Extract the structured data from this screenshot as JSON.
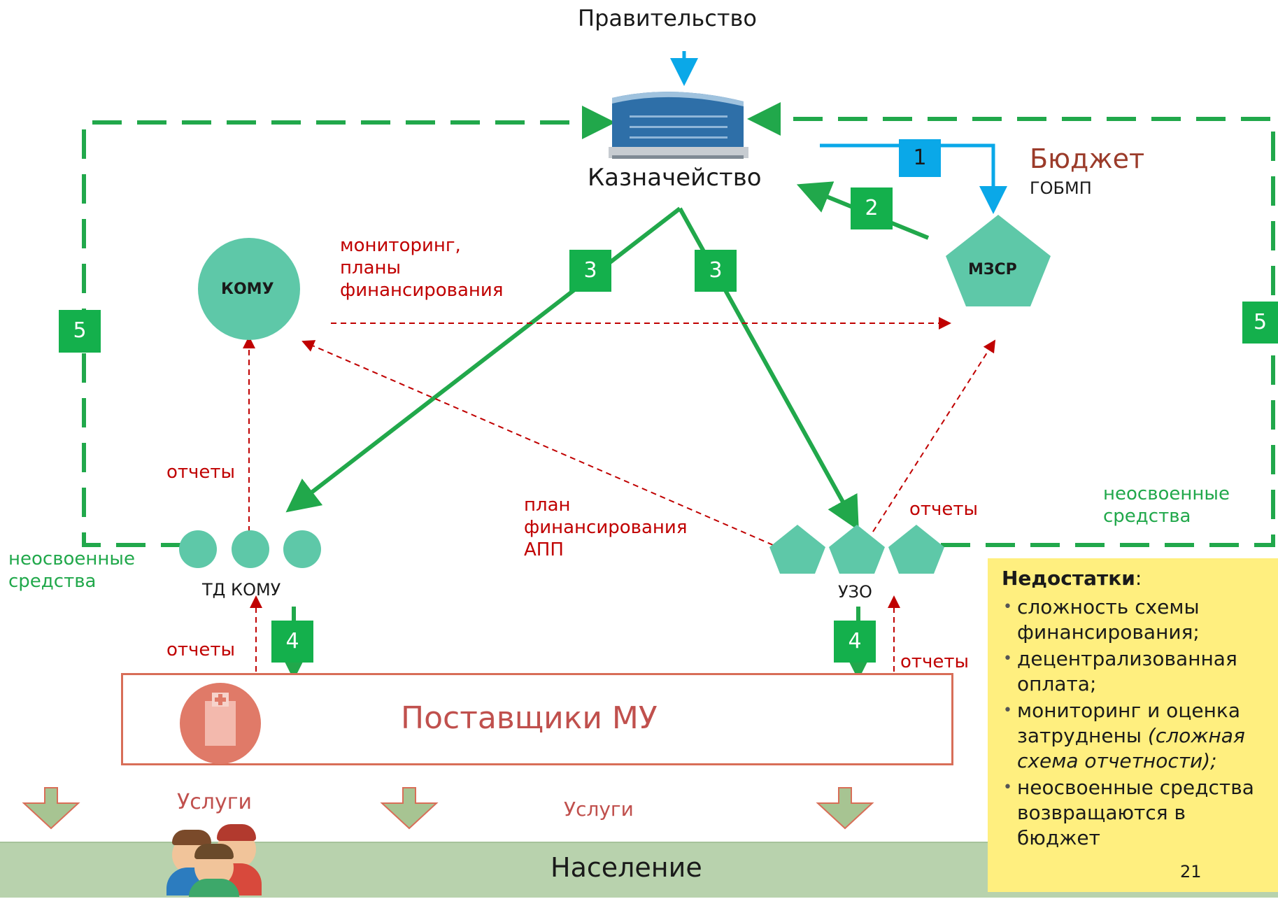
{
  "government": "Правительство",
  "treasury": "Казначейство",
  "budget": "Бюджет",
  "gobmp": "ГОБМП",
  "komu": "КОМУ",
  "mzsr": "МЗСР",
  "td_komu": "ТД КОМУ",
  "uzo": "УЗО",
  "providers": "Поставщики МУ",
  "population": "Население",
  "services": [
    "Услуги",
    "Услуги"
  ],
  "monitoring": [
    "мониторинг,",
    "планы",
    "финансирования"
  ],
  "plan_app": [
    "план",
    "финансирования",
    "АПП"
  ],
  "reports": [
    "отчеты",
    "отчеты",
    "отчеты",
    "отчеты"
  ],
  "unspent_left": [
    "неосвоенные",
    "средства"
  ],
  "unspent_right": [
    "неосвоенные",
    "средства"
  ],
  "steps": {
    "s1": "1",
    "s2": "2",
    "s3a": "3",
    "s3b": "3",
    "s4a": "4",
    "s4b": "4",
    "s5a": "5",
    "s5b": "5"
  },
  "drawbacks": {
    "title": "Недостатки",
    "colon": ":",
    "items": [
      {
        "lines": [
          "сложность схемы",
          "финансирования;"
        ]
      },
      {
        "lines": [
          "децентрализованная",
          "оплата;"
        ]
      },
      {
        "lines": [
          "мониторинг и оценка",
          "затруднены"
        ],
        "italic": [
          "(сложная",
          "схема отчетности);"
        ]
      },
      {
        "lines": [
          "неосвоенные средства",
          "возвращаются в",
          "бюджет"
        ]
      }
    ]
  },
  "page_number": "21",
  "colors": {
    "green_flow": "#21a84b",
    "blue_flow": "#0aa8e8",
    "red_dashed": "#c00000",
    "teal_node": "#5ec8a8",
    "provider_border": "#d86e58"
  }
}
